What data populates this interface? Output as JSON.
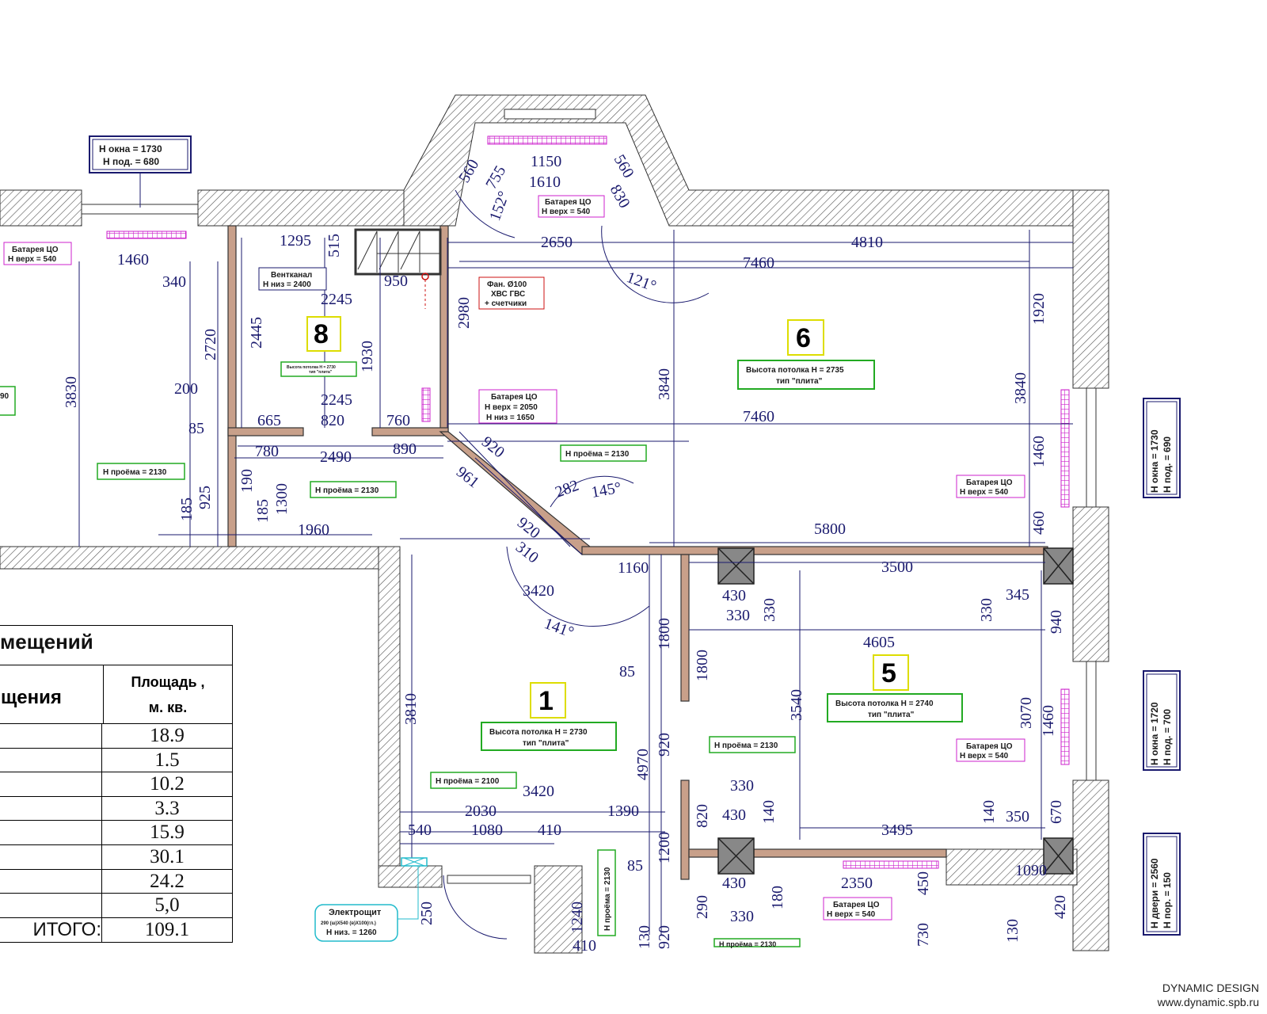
{
  "rooms": [
    {
      "id": "1",
      "ceiling": "Высота потолка Н = 2730",
      "type": "тип \"плита\""
    },
    {
      "id": "5",
      "ceiling": "Высота потолка Н = 2740",
      "type": "тип \"плита\""
    },
    {
      "id": "6",
      "ceiling": "Высота потолка Н = 2735",
      "type": "тип \"плита\""
    },
    {
      "id": "8",
      "ceiling": "Высота потолка Н = 2730",
      "type": "тип \"плита\""
    }
  ],
  "dimensions": {
    "d1150": "1150",
    "d1610": "1610",
    "d560a": "560",
    "d560b": "560",
    "d755": "755",
    "d830": "830",
    "a152": "152°",
    "d2650": "2650",
    "d4810": "4810",
    "d7460a": "7460",
    "a121": "121°",
    "d1920": "1920",
    "d3840a": "3840",
    "d3840b": "3840",
    "d7460b": "7460",
    "d1460r": "1460",
    "d460": "460",
    "d5800": "5800",
    "d1295": "1295",
    "d515": "515",
    "d950": "950",
    "d2245a": "2245",
    "d2245b": "2245",
    "d2445": "2445",
    "d1930": "1930",
    "d2980": "2980",
    "d665": "665",
    "d820": "820",
    "d760": "760",
    "d1460l": "1460",
    "d340": "340",
    "d2720": "2720",
    "d3830": "3830",
    "d200": "200",
    "d85a": "85",
    "d780": "780",
    "d2490": "2490",
    "d890": "890",
    "d920a": "920",
    "d961": "961",
    "d282": "282",
    "a145": "145°",
    "d920b": "920",
    "d310": "310",
    "d190": "190",
    "d925": "925",
    "d185a": "185",
    "d185b": "185",
    "d1300": "1300",
    "d1960": "1960",
    "d1160": "1160",
    "d3420a": "3420",
    "a141": "141°",
    "d3500": "3500",
    "d430a": "430",
    "d330a": "330",
    "d330b": "330",
    "d330c": "330",
    "d345": "345",
    "d940": "940",
    "d4605": "4605",
    "d1800a": "1800",
    "d1800b": "1800",
    "d85b": "85",
    "d3810": "3810",
    "d3540": "3540",
    "d3070": "3070",
    "d1460b": "1460",
    "d4970": "4970",
    "d920c": "920",
    "d3420b": "3420",
    "d2030": "2030",
    "d1390": "1390",
    "d540": "540",
    "d1080": "1080",
    "d410": "410",
    "d330d": "330",
    "d430b": "430",
    "d140a": "140",
    "d820b": "820",
    "d3495": "3495",
    "d140b": "140",
    "d350": "350",
    "d670": "670",
    "d1200": "1200",
    "d85c": "85",
    "d430c": "430",
    "d180": "180",
    "d2350": "2350",
    "d450": "450",
    "d1090": "1090",
    "d290": "290",
    "d330e": "330",
    "d730": "730",
    "d130": "130",
    "d420": "420",
    "d1240": "1240",
    "d250": "250",
    "d920d": "920",
    "d130b": "130",
    "d410b": "410"
  },
  "labels": {
    "window_top_left": [
      "Н окна = 1730",
      "Н под.  = 680"
    ],
    "window_right_1": [
      "Н окна = 1730",
      "Н под.  = 690"
    ],
    "window_right_2": [
      "Н окна = 1720",
      "Н под.  = 700"
    ],
    "door_right": [
      "Н двери = 2560",
      "Н пор.  = 150"
    ],
    "radiator_left": [
      "Батарея ЦО",
      "Н верх = 540"
    ],
    "radiator_top": [
      "Батарея ЦО",
      "Н верх = 540"
    ],
    "radiator_8": [
      "Батарея ЦО",
      "Н верх = 2050",
      "Н низ = 1650"
    ],
    "radiator_6": [
      "Батарея ЦО",
      "Н верх = 540"
    ],
    "radiator_5": [
      "Батарея ЦО",
      "Н верх = 540"
    ],
    "radiator_bottom": [
      "Батарея ЦО",
      "Н верх = 540"
    ],
    "ventkanal": [
      "Вентканал",
      "Н низ = 2400"
    ],
    "pipes": [
      "Фан. Ø100",
      "ХВС ГВС",
      "+ счетчики"
    ],
    "opening_a": "Н проёма = 2130",
    "opening_b": "Н проёма = 2130",
    "opening_c": "Н проёма = 2130",
    "opening_d": "Н проёма = 2130",
    "opening_e": "Н проёма = 2100",
    "opening_f": "Н проёма = 2130",
    "opening_g": "Н проёма = 2130",
    "elshield": [
      "Электрощит",
      "290 (ш)Х540 (в)Х100(гл.)",
      "Н низ. = 1260"
    ],
    "left_cut": "90"
  },
  "table": {
    "title": "мещений",
    "col1": "щения",
    "col2": [
      "Площадь ,",
      "м. кв."
    ],
    "areas": [
      "18.9",
      "1.5",
      "10.2",
      "3.3",
      "15.9",
      "30.1",
      "24.2",
      "5,0"
    ],
    "total_label": "ИТОГО:",
    "total": "109.1"
  },
  "footer": {
    "brand": "DYNAMIC DESIGN",
    "site": "www.dynamic.spb.ru"
  },
  "colors": {
    "wall": "#5b5b5b",
    "dimension": "#1a1a6e",
    "green": "#22aa22",
    "magenta": "#cc22cc",
    "red": "#cc1111",
    "cyan": "#22bbcc",
    "partition": "#c8a08a"
  }
}
